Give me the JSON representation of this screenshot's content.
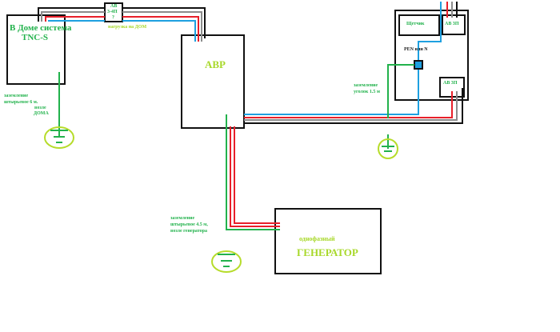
{
  "colors": {
    "phase_black": "#111111",
    "phase_grey": "#8c8c8c",
    "phase_red": "#e8202a",
    "neutral_blue": "#1ea0e0",
    "earth_green": "#22b24c",
    "ground_ring": "#b6dc2a",
    "label_green": "#22b24c",
    "label_yellowgreen": "#a8d82a"
  },
  "house": {
    "title": "В Доме система",
    "subtitle": "TNC-S"
  },
  "breaker_main": {
    "line1": "АВ",
    "line2": "3-4П",
    "line3": "?"
  },
  "load_label": "нагрузка на ДОМ",
  "avr": {
    "title": "АВР"
  },
  "meter_panel": {
    "meter": "Щетчик",
    "breaker_top": "АВ 3П",
    "breaker_bottom": "АВ 3П",
    "pen_label": "PEN или N"
  },
  "ground_house": {
    "line1": "заземление",
    "line2": "штырьевое 6 м.",
    "line3": "возле",
    "line4": "ДОМА"
  },
  "ground_panel": {
    "line1": "заземление",
    "line2": "уголок 1.5 м"
  },
  "ground_generator": {
    "line1": "заземление",
    "line2": "штырьевое 4.5 м,",
    "line3": "возле генератора"
  },
  "generator": {
    "line1": "однофазный",
    "line2": "ГЕНЕРАТОР"
  }
}
